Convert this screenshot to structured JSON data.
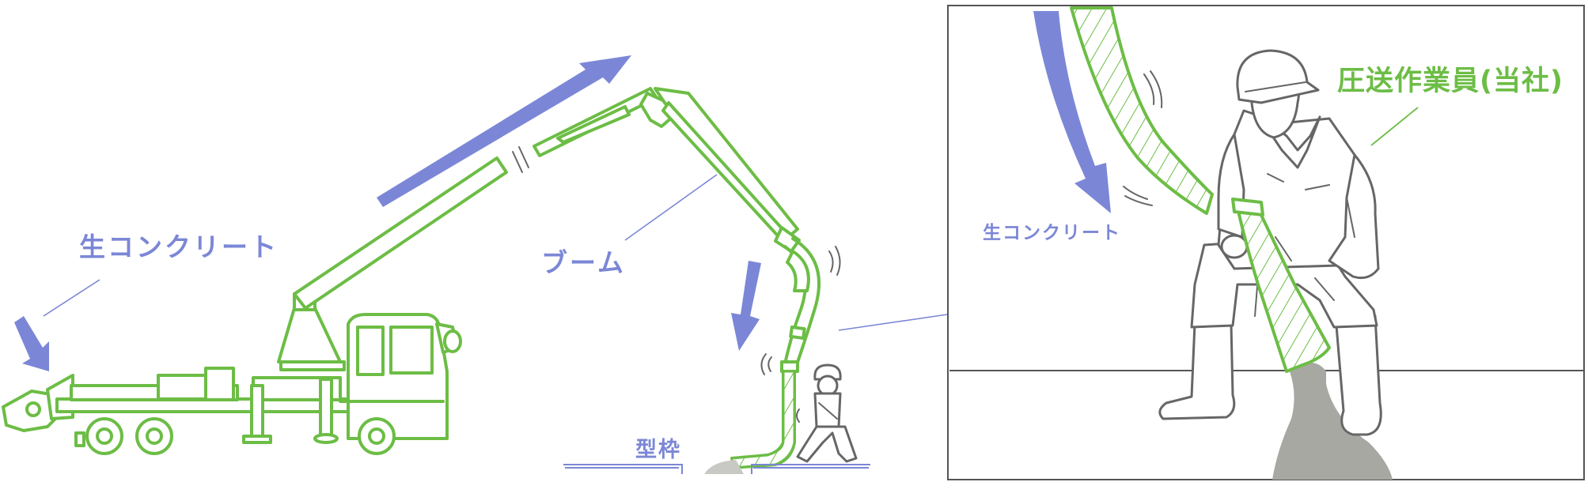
{
  "labels": {
    "raw_concrete_main": "生コンクリート",
    "boom": "ブーム",
    "formwork": "型枠",
    "raw_concrete_inset": "生コンクリート",
    "pump_worker": "圧送作業員(当社)"
  },
  "colors": {
    "label_blue": "#7b87d6",
    "equipment_green": "#6cbd45",
    "concrete_gray": "#a8a8a2",
    "outline_gray": "#666666"
  },
  "icons": [
    "flow-arrow-icon",
    "pump-truck-icon",
    "worker-icon",
    "vibration-marks-icon"
  ]
}
